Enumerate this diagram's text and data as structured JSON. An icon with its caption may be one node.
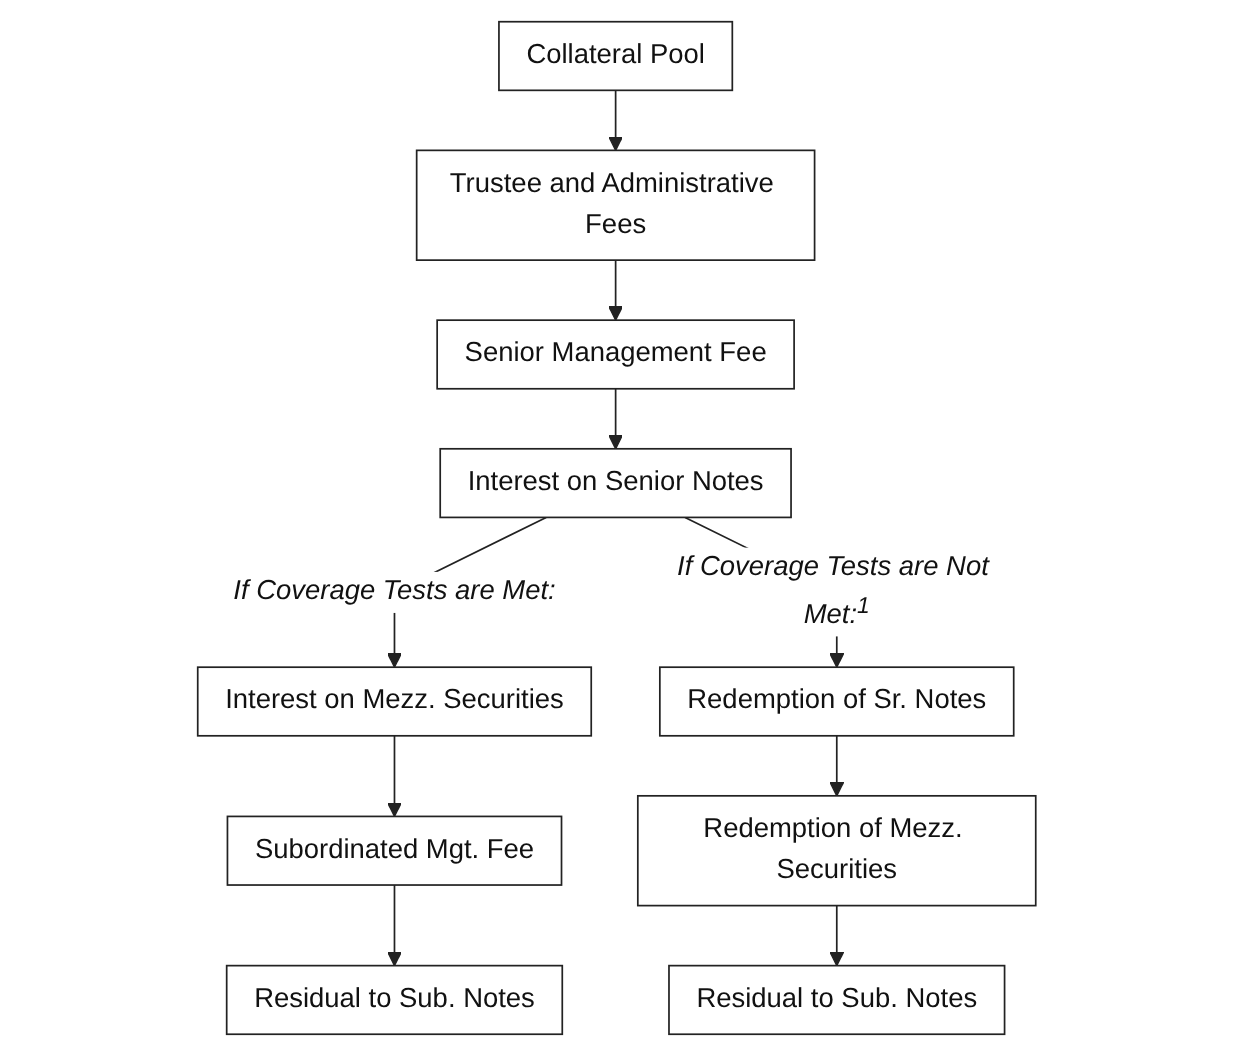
{
  "diagram": {
    "nodes": [
      {
        "text": [
          "Collateral Pool"
        ]
      },
      {
        "text": [
          "Trustee and Administrative Fees"
        ]
      },
      {
        "text": [
          "Senior Management Fee"
        ]
      },
      {
        "text": [
          "Interest on Senior Notes"
        ]
      },
      {
        "text": [
          "Interest on Mezz. Securities"
        ]
      },
      {
        "text": [
          "Subordinated Mgt. Fee"
        ]
      },
      {
        "text": [
          "Residual to Sub. Notes"
        ]
      },
      {
        "text": [
          "Redemption of Sr. Notes"
        ]
      },
      {
        "text": [
          "Redemption of Mezz. Securities"
        ]
      },
      {
        "text": [
          "Residual to Sub. Notes"
        ]
      }
    ],
    "edges": [
      {
        "from": 0,
        "to": 1,
        "arrow": "to"
      },
      {
        "from": 1,
        "to": 2,
        "arrow": "to"
      },
      {
        "from": 2,
        "to": 3,
        "arrow": "to"
      },
      {
        "from": 3,
        "to": 4,
        "arrow": "to",
        "label": "If Coverage Tests are Met:"
      },
      {
        "from": 3,
        "to": 7,
        "arrow": "to",
        "label": "If Coverage Tests are Not Met:$^{1}$"
      },
      {
        "from": 4,
        "to": 5,
        "arrow": "to"
      },
      {
        "from": 5,
        "to": 6,
        "arrow": "to"
      },
      {
        "from": 7,
        "to": 8,
        "arrow": "to"
      },
      {
        "from": 8,
        "to": 9,
        "arrow": "to"
      }
    ]
  }
}
